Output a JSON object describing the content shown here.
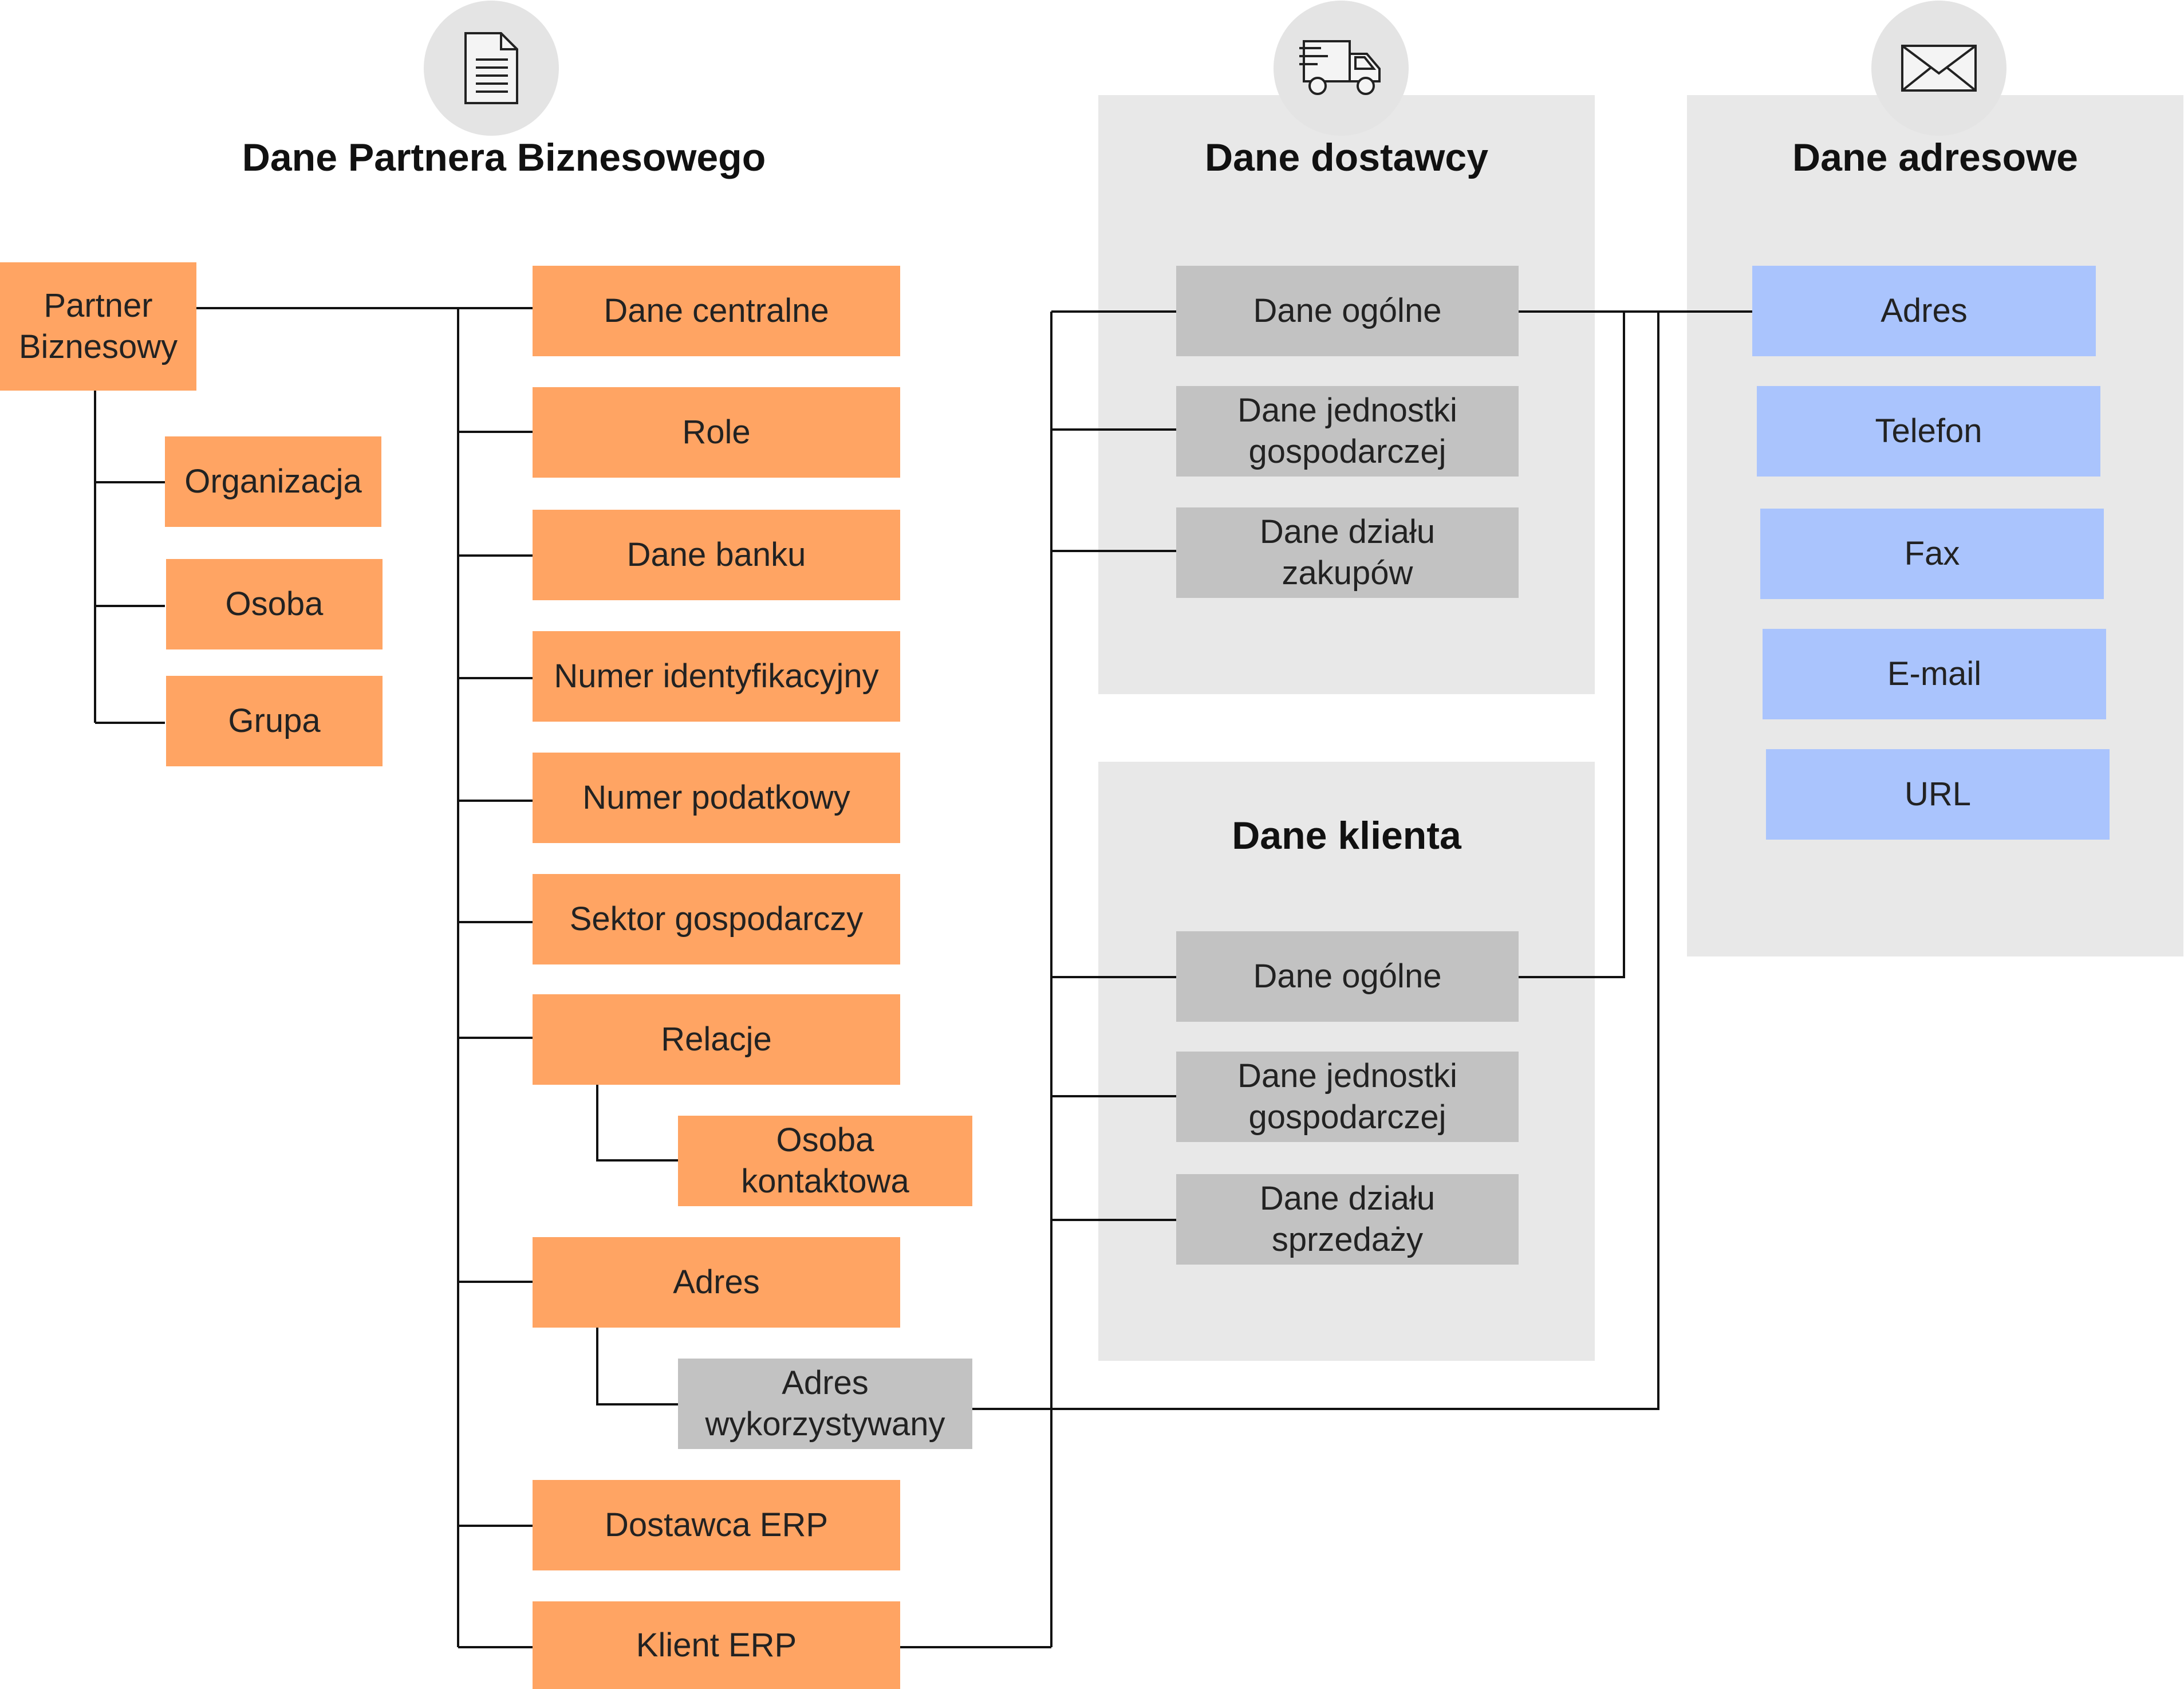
{
  "sections": {
    "bp_title": "Dane Partnera Biznesowego",
    "supplier_title": "Dane dostawcy",
    "address_title": "Dane adresowe",
    "customer_title": "Dane klienta"
  },
  "icons": {
    "bp": "document-icon",
    "supplier": "delivery-truck-icon",
    "address": "envelope-icon"
  },
  "colors": {
    "orange": "#ffa463",
    "grey": "#c2c2c2",
    "blue": "#aac4fd",
    "panel": "#e8e8e8"
  },
  "root": {
    "label_line1": "Partner",
    "label_line2": "Biznesowy"
  },
  "root_children": [
    {
      "label": "Organizacja"
    },
    {
      "label": "Osoba"
    },
    {
      "label": "Grupa"
    }
  ],
  "central": [
    {
      "label": "Dane centralne"
    },
    {
      "label": "Role"
    },
    {
      "label": "Dane banku"
    },
    {
      "label": "Numer identyfikacyjny"
    },
    {
      "label": "Numer podatkowy"
    },
    {
      "label": "Sektor gospodarczy"
    },
    {
      "label": "Relacje"
    },
    {
      "label": "Adres"
    },
    {
      "label": "Dostawca ERP"
    },
    {
      "label": "Klient ERP"
    }
  ],
  "relation_child": {
    "line1": "Osoba",
    "line2": "kontaktowa"
  },
  "address_child": {
    "line1": "Adres",
    "line2": "wykorzystywany"
  },
  "supplier": [
    {
      "line1": "Dane ogólne",
      "line2": ""
    },
    {
      "line1": "Dane jednostki",
      "line2": "gospodarczej"
    },
    {
      "line1": "Dane działu",
      "line2": "zakupów"
    }
  ],
  "customer": [
    {
      "line1": "Dane ogólne",
      "line2": ""
    },
    {
      "line1": "Dane jednostki",
      "line2": "gospodarczej"
    },
    {
      "line1": "Dane działu",
      "line2": "sprzedaży"
    }
  ],
  "address": [
    {
      "label": "Adres"
    },
    {
      "label": "Telefon"
    },
    {
      "label": "Fax"
    },
    {
      "label": "E-mail"
    },
    {
      "label": "URL"
    }
  ]
}
